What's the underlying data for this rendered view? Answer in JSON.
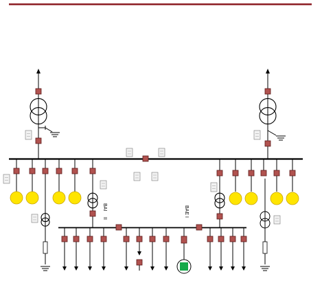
{
  "labels": {
    "section_left": "BAI",
    "section_left_suffix": "II",
    "section_right": "BAE I"
  },
  "colors": {
    "top_rule": "#8b1c22",
    "breaker_fill": "#b0524f",
    "breaker_stroke": "#5a1a18",
    "generator_fill": "#ffe500",
    "generator_stroke": "#c9a400",
    "unit_green": "#16a94a",
    "relay_box": "#f2f2f2",
    "line": "#000000"
  },
  "icons": {
    "breaker": "square-breaker-icon",
    "generator": "circle-generator-icon",
    "transformer": "two-winding-transformer-icon",
    "ground": "ground-icon",
    "feeder": "arrow-down-icon",
    "source": "arrow-up-icon",
    "resistor": "resistor-icon",
    "relay": "relay-box-icon"
  }
}
